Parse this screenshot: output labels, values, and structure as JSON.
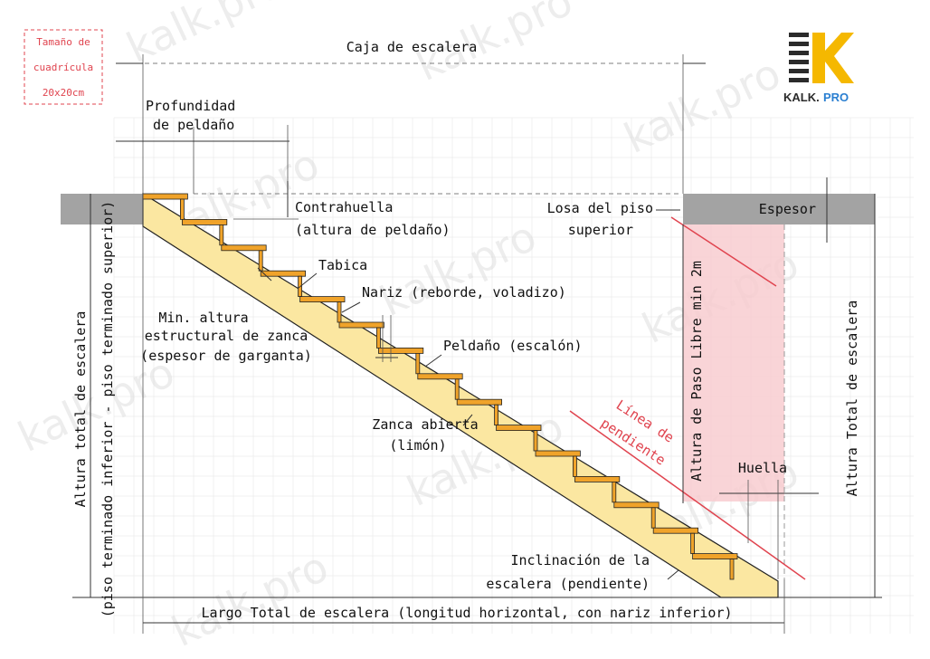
{
  "grid_note": {
    "line1": "Tamaño de",
    "line2": "cuadrícula",
    "line3": "20x20cm"
  },
  "logo": {
    "text_a": "KALK.",
    "text_b": "PRO",
    "accent": "#f5b800",
    "dark": "#2b2b2b",
    "blue": "#2a7fd1"
  },
  "watermark": "kalk.pro",
  "labels": {
    "stair_box": "Caja de escalera",
    "tread_depth_1": "Profundidad",
    "tread_depth_2": "de peldaño",
    "riser_1": "Contrahuella",
    "riser_2": "(altura de peldaño)",
    "slab_1": "Losa del piso",
    "slab_2": "superior",
    "thickness": "Espesor",
    "riser_board": "Tabica",
    "nosing": "Nariz (reborde, voladizo)",
    "min_height_1": "Min. altura",
    "min_height_2": "estructural de zanca",
    "min_height_3": "(espesor de garganta)",
    "step": "Peldaño (escalón)",
    "stringer_1": "Zanca abierta",
    "stringer_2": "(limón)",
    "slope_line_1": "Línea de",
    "slope_line_2": "pendiente",
    "headroom": "Altura de Paso Libre min 2m",
    "tread": "Huella",
    "incline_1": "Inclinación de la",
    "incline_2": "escalera (pendiente)",
    "total_length": "Largo Total de escalera (longitud horizontal, con nariz inferior)",
    "total_height_left_1": "Altura total de escalera",
    "total_height_left_2": "(piso terminado inferior - piso terminado superior)",
    "total_height_right": "Altura Total de escalera"
  },
  "colors": {
    "stringer": "#fbe7a1",
    "tread": "#f0a32a",
    "slab": "#a3a3a3",
    "headroom": "#f7c9cd",
    "slope": "#e0444f",
    "grid": "#e6e6e6"
  }
}
